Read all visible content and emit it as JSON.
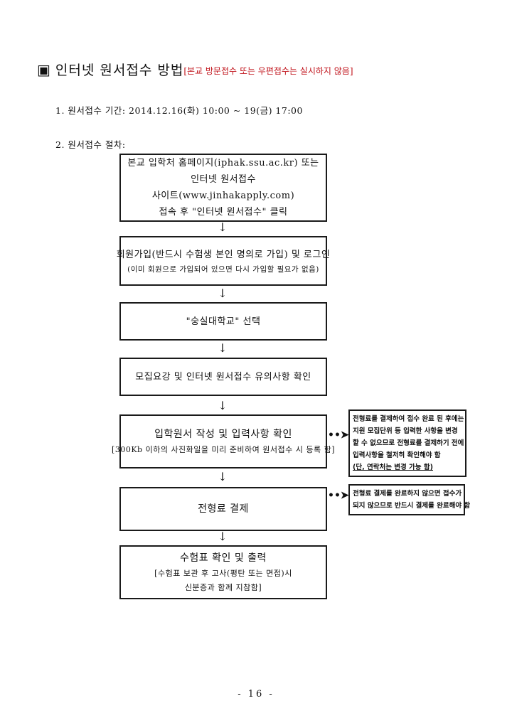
{
  "heading": {
    "marker": "▣",
    "title": "인터넷 원서접수 방법",
    "note": "[본교 방문접수 또는 우편접수는 실시하지 않음]"
  },
  "items": [
    {
      "label": "1. 원서접수 기간: 2014.12.16(화) 10:00 ~ 19(금) 17:00"
    },
    {
      "label": "2. 원서접수 절차:"
    }
  ],
  "flow": [
    {
      "lines": [
        "본교 입학처 홈페이지(iphak.ssu.ac.kr) 또는",
        "인터넷 원서접수",
        "사이트(www.jinhakapply.com)",
        "접속 후 \"인터넷 원서접수\" 클릭"
      ]
    },
    {
      "lines": [
        "회원가입(반드시 수험생 본인 명의로 가입) 및 로그인",
        "(이미 회원으로 가입되어 있으면 다시 가입할 필요가 없음)"
      ]
    },
    {
      "lines": [
        "\"숭실대학교\" 선택"
      ]
    },
    {
      "lines": [
        "모집요강 및 인터넷 원서접수 유의사항 확인"
      ]
    },
    {
      "lines": [
        "입학원서 작성 및 입력사항 확인",
        "[300Kb 이하의 사진화일을 미리 준비하여 원서접수 시 등록 함]"
      ]
    },
    {
      "lines": [
        "전형료 결제"
      ]
    },
    {
      "lines": [
        "수험표 확인 및 출력",
        "[수험표 보관 후 고사(평탄 또는 면접)시",
        "신분증과 함께 지참함]"
      ]
    }
  ],
  "arrow_glyph": "↓",
  "pointer_glyph": "••➤",
  "side_notes": [
    {
      "lines": [
        "전형료를 결제하여 접수 완료 된 후에는",
        "지원 모집단위 등 입력한 사항을 변경",
        "할 수 없으므로 전형료를 결제하기 전에",
        "입력사항을 철저히 확인해야 함",
        "(단, 연락처는 변경 가능 함)"
      ]
    },
    {
      "lines": [
        "전형료 결제를 완료하지 않으면 접수가",
        "되지 않으므로 반드시 결제를 완료해야 함"
      ]
    }
  ],
  "page_number": "- 16 -"
}
